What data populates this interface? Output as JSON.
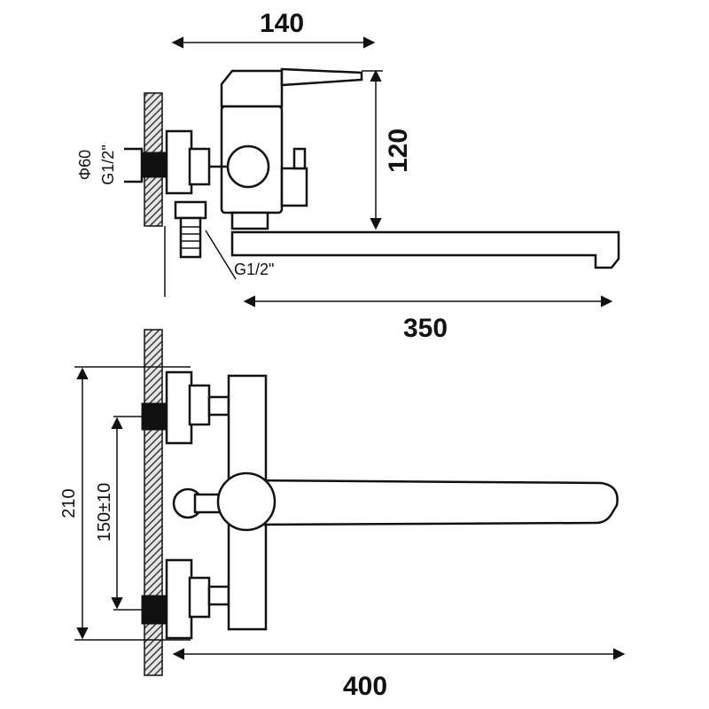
{
  "dimensions": {
    "top_width": "140",
    "height": "120",
    "spout_length": "350",
    "total_length": "400",
    "total_height": "210",
    "center_distance": "150±10"
  },
  "labels": {
    "wall_thread": "G1/2\"",
    "wall_diameter": "Φ60",
    "hose_thread": "G1/2\""
  }
}
